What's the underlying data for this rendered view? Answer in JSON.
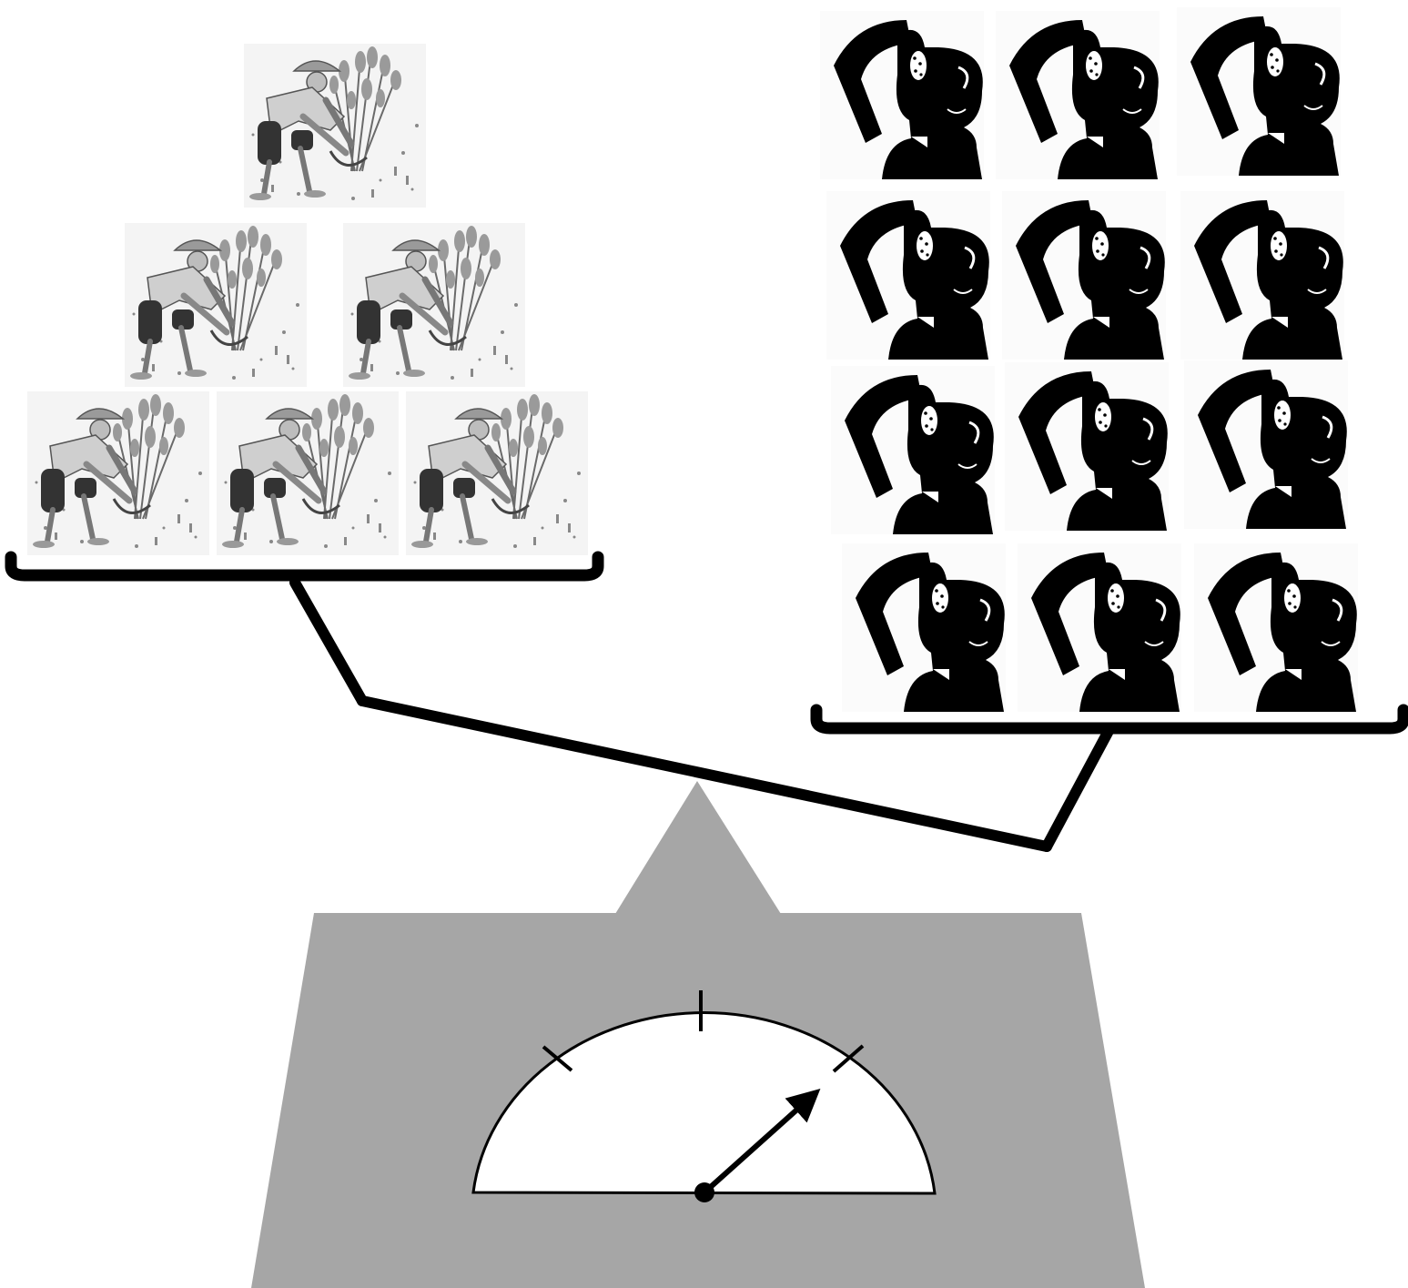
{
  "diagram": {
    "type": "balance-scale-illustration",
    "left_pan": {
      "icon": "farmer-harvesting-icon",
      "count": 6,
      "arrangement": "pyramid",
      "rows": [
        1,
        2,
        3
      ]
    },
    "right_pan": {
      "icon": "person-eating-icon",
      "count": 12,
      "arrangement": "grid",
      "rows": [
        3,
        3,
        3,
        3
      ]
    },
    "beam_tilt": "right-side-down",
    "gauge": {
      "needle_direction": "right-of-center",
      "tick_count": 5,
      "tick_labels": []
    },
    "colors": {
      "base": "#a6a6a6",
      "ink": "#000000",
      "dial_face": "#ffffff",
      "farmer_shirt": "#cfcfcf",
      "farmer_pants": "#333333",
      "background": "#ffffff"
    }
  }
}
